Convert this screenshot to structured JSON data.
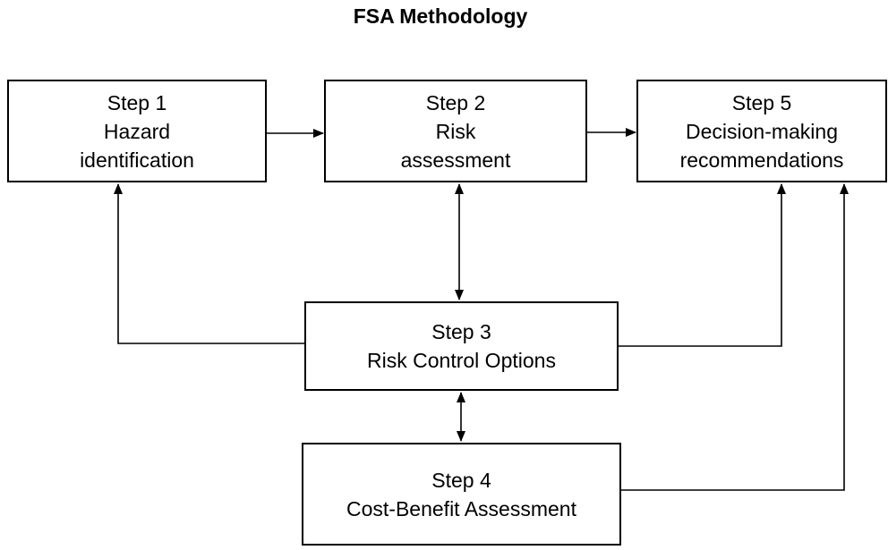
{
  "title": "FSA Methodology",
  "steps": {
    "step1": {
      "label": "Step 1",
      "lines": [
        "Hazard",
        "identification"
      ]
    },
    "step2": {
      "label": "Step 2",
      "lines": [
        "Risk",
        "assessment"
      ]
    },
    "step3": {
      "label": "Step 3",
      "lines": [
        "Risk Control Options"
      ]
    },
    "step4": {
      "label": "Step 4",
      "lines": [
        "Cost-Benefit Assessment"
      ]
    },
    "step5": {
      "label": "Step 5",
      "lines": [
        "Decision-making",
        "recommendations"
      ]
    }
  },
  "connections": [
    {
      "from": "step1",
      "to": "step2",
      "direction": "one-way"
    },
    {
      "from": "step2",
      "to": "step5",
      "direction": "one-way"
    },
    {
      "from": "step2",
      "to": "step3",
      "direction": "two-way"
    },
    {
      "from": "step3",
      "to": "step4",
      "direction": "two-way"
    },
    {
      "from": "step3",
      "to": "step1",
      "direction": "one-way"
    },
    {
      "from": "step3",
      "to": "step5",
      "direction": "one-way"
    },
    {
      "from": "step4",
      "to": "step5",
      "direction": "one-way"
    }
  ],
  "colors": {
    "line": "#000000",
    "box_border": "#000000",
    "background": "#ffffff"
  }
}
